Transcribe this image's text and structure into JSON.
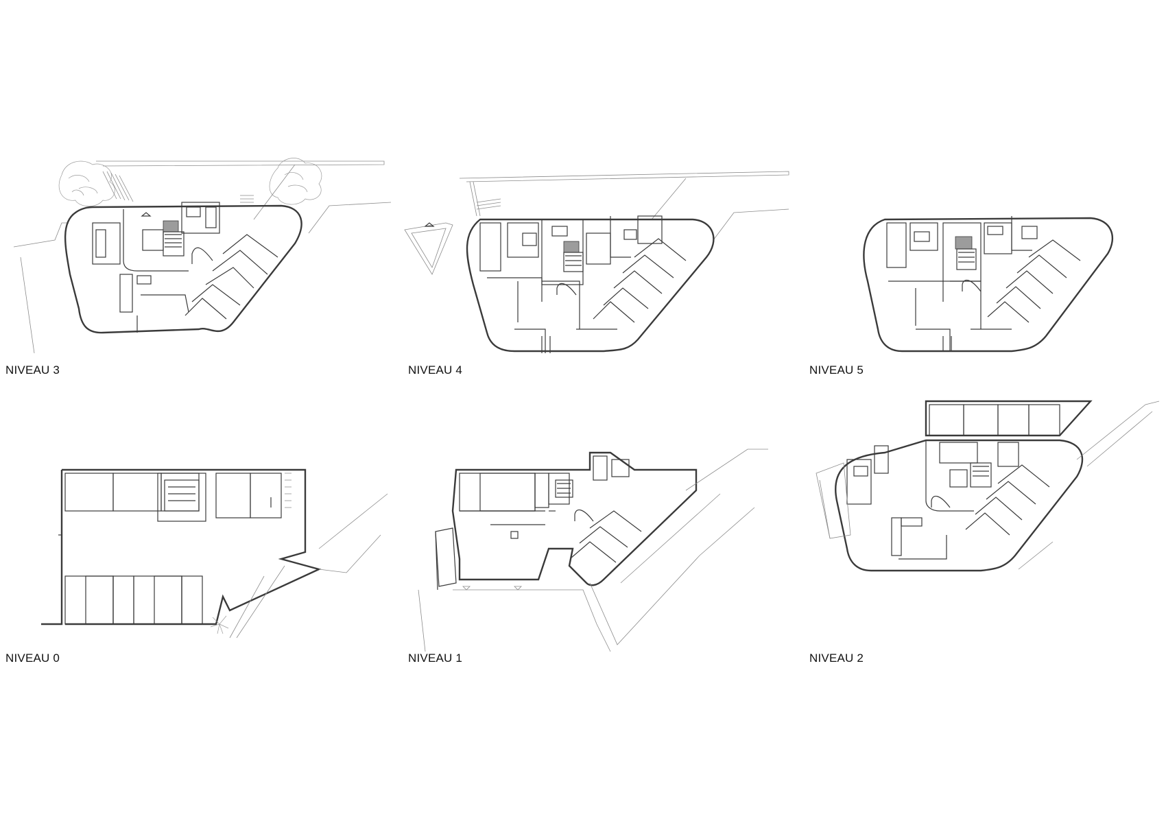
{
  "plans": [
    {
      "id": "niveau-3",
      "label": "NIVEAU 3"
    },
    {
      "id": "niveau-4",
      "label": "NIVEAU 4"
    },
    {
      "id": "niveau-5",
      "label": "NIVEAU 5"
    },
    {
      "id": "niveau-0",
      "label": "NIVEAU 0"
    },
    {
      "id": "niveau-1",
      "label": "NIVEAU 1"
    },
    {
      "id": "niveau-2",
      "label": "NIVEAU 2"
    }
  ],
  "colors": {
    "line": "#3a3a3a",
    "site_line": "#8a8a8a",
    "background": "#ffffff",
    "text": "#111111"
  }
}
